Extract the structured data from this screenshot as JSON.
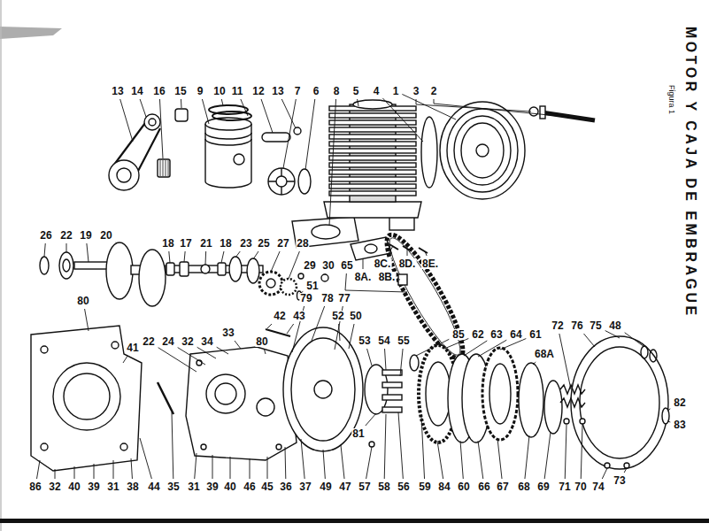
{
  "diagram": {
    "title": "MOTOR Y CAJA DE EMBRAGUE",
    "caption": "Figura 1",
    "labels": [
      "13",
      "14",
      "16",
      "15",
      "9",
      "10",
      "11",
      "12",
      "13",
      "7",
      "6",
      "8",
      "5",
      "4",
      "1",
      "3",
      "2",
      "8C.",
      "8D.",
      "8E.",
      "8A.",
      "8B.",
      "26",
      "22",
      "19",
      "20",
      "18",
      "17",
      "21",
      "18",
      "23",
      "25",
      "27",
      "28",
      "29",
      "30",
      "65",
      "51",
      "79",
      "78",
      "77",
      "42",
      "43",
      "52",
      "50",
      "80",
      "41",
      "22",
      "24",
      "32",
      "34",
      "33",
      "80",
      "53",
      "54",
      "55",
      "85",
      "62",
      "63",
      "64",
      "61",
      "72",
      "76",
      "75",
      "48",
      "68A",
      "82",
      "83",
      "81",
      "86",
      "32",
      "40",
      "39",
      "31",
      "38",
      "44",
      "35",
      "31",
      "39",
      "40",
      "46",
      "45",
      "36",
      "37",
      "49",
      "47",
      "57",
      "58",
      "56",
      "59",
      "84",
      "60",
      "66",
      "67",
      "68",
      "69",
      "71",
      "70",
      "74",
      "73"
    ]
  }
}
